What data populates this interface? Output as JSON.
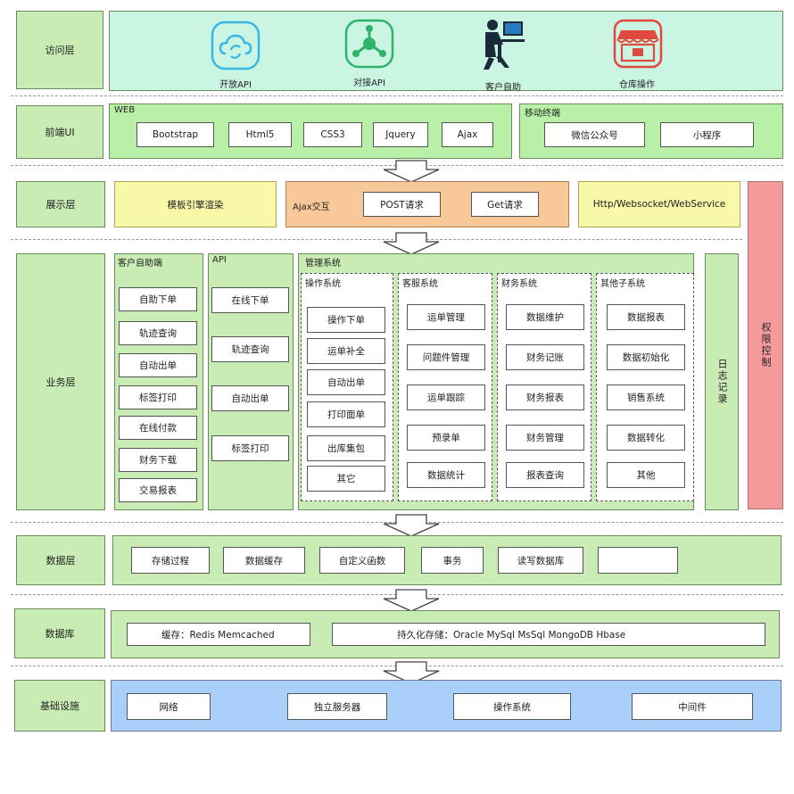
{
  "layers": {
    "access": "访问层",
    "front_ui": "前端UI",
    "display": "展示层",
    "business": "业务层",
    "data": "数据层",
    "database": "数据库",
    "infra": "基础设施"
  },
  "access_items": [
    "开放API",
    "对接API",
    "客户自助",
    "仓库操作"
  ],
  "web": {
    "title": "WEB",
    "items": [
      "Bootstrap",
      "Html5",
      "CSS3",
      "Jquery",
      "Ajax"
    ]
  },
  "mobile": {
    "title": "移动终端",
    "items": [
      "微信公众号",
      "小程序"
    ]
  },
  "display": {
    "template": "模板引擎渲染",
    "ajax_title": "Ajax交互",
    "post": "POST请求",
    "get": "Get请求",
    "protocols": "Http/Websocket/WebService"
  },
  "permission": "权限控制",
  "log": "日志记录",
  "client_self": {
    "title": "客户自助端",
    "items": [
      "自助下单",
      "轨迹查询",
      "自动出单",
      "标签打印",
      "在线付款",
      "财务下载",
      "交易报表"
    ]
  },
  "api": {
    "title": "API",
    "items": [
      "在线下单",
      "轨迹查询",
      "自动出单",
      "标签打印"
    ]
  },
  "management": {
    "title": "管理系统",
    "groups": [
      {
        "title": "操作系统",
        "items": [
          "操作下单",
          "运单补全",
          "自动出单",
          "打印面单",
          "出库集包",
          "其它"
        ]
      },
      {
        "title": "客服系统",
        "items": [
          "运单管理",
          "问题件管理",
          "运单跟踪",
          "预录单",
          "数据统计"
        ]
      },
      {
        "title": "财务系统",
        "items": [
          "数据维护",
          "财务记账",
          "财务报表",
          "财务管理",
          "报表查询"
        ]
      },
      {
        "title": "其他子系统",
        "items": [
          "数据报表",
          "数据初始化",
          "销售系统",
          "数据转化",
          "其他"
        ]
      }
    ]
  },
  "data_items": [
    "存储过程",
    "数据缓存",
    "自定义函数",
    "事务",
    "读写数据库",
    ""
  ],
  "database": {
    "cache": "缓存：Redis   Memcached",
    "persist": "持久化存储：Oracle    MySql    MsSql    MongoDB    Hbase"
  },
  "infra_items": [
    "网络",
    "独立服务器",
    "操作系统",
    "中间件"
  ],
  "colors": {
    "layer": "#c8ecb4",
    "access_panel": "#c9f5e2",
    "template_box": "#f9f7a8",
    "ajax_box": "#f8c898",
    "infra_panel": "#a9d0fa",
    "permission": "#f59a9a",
    "icon_blue": "#3ab6e6",
    "icon_green": "#2fb36a",
    "icon_red": "#e04a3e"
  },
  "icons": [
    "cloud-sync-icon",
    "share-node-icon",
    "computer-user-icon",
    "store-icon"
  ]
}
